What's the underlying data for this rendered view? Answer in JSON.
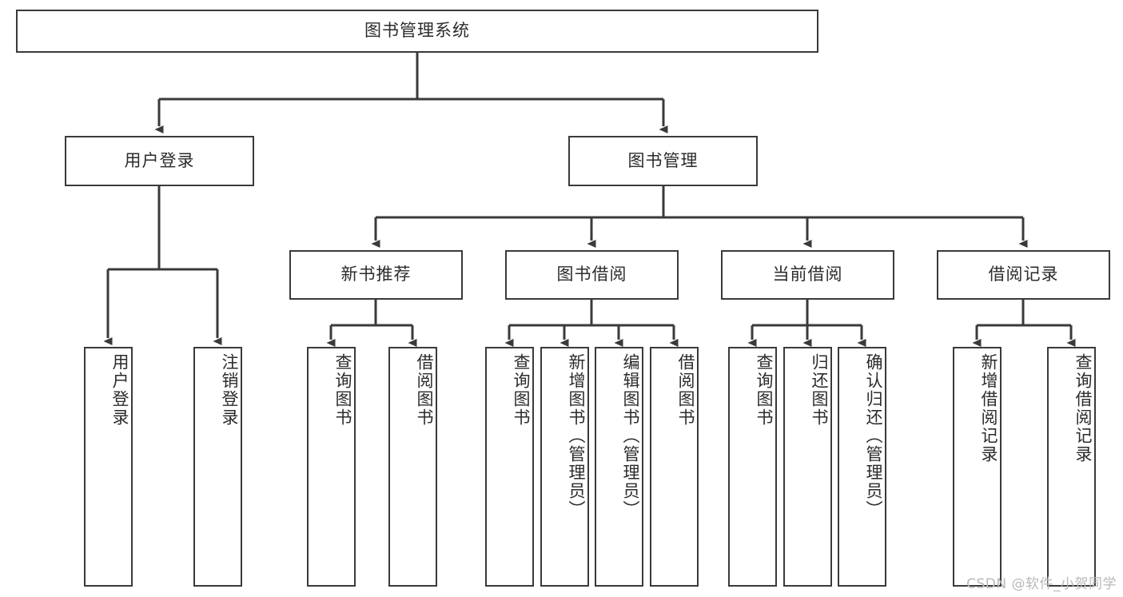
{
  "diagram": {
    "title_node": {
      "label": "图书管理系统"
    },
    "level2": [
      {
        "id": "user-login",
        "label": "用户登录"
      },
      {
        "id": "book-management",
        "label": "图书管理"
      }
    ],
    "level3": [
      {
        "id": "new-book-recommend",
        "label": "新书推荐"
      },
      {
        "id": "book-borrow",
        "label": "图书借阅"
      },
      {
        "id": "current-borrow",
        "label": "当前借阅"
      },
      {
        "id": "borrow-record",
        "label": "借阅记录"
      }
    ],
    "leaves": {
      "user_login": [
        {
          "id": "leaf-user-login",
          "label": "用户登录"
        },
        {
          "id": "leaf-logout-login",
          "label": "注销登录"
        }
      ],
      "new_book_recommend": [
        {
          "id": "leaf-query-book-1",
          "label": "查询图书"
        },
        {
          "id": "leaf-borrow-book-1",
          "label": "借阅图书"
        }
      ],
      "book_borrow": [
        {
          "id": "leaf-query-book-2",
          "label": "查询图书"
        },
        {
          "id": "leaf-add-book",
          "label": "新增图书（管理员）"
        },
        {
          "id": "leaf-edit-book",
          "label": "编辑图书（管理员）"
        },
        {
          "id": "leaf-borrow-book-2",
          "label": "借阅图书"
        }
      ],
      "current_borrow": [
        {
          "id": "leaf-query-book-3",
          "label": "查询图书"
        },
        {
          "id": "leaf-return-book",
          "label": "归还图书"
        },
        {
          "id": "leaf-confirm-return",
          "label": "确认归还（管理员）"
        }
      ],
      "borrow_record": [
        {
          "id": "leaf-add-borrow-record",
          "label": "新增借阅记录"
        },
        {
          "id": "leaf-query-borrow-record",
          "label": "查询借阅记录"
        }
      ]
    },
    "watermark": "CSDN @软件_小贺同学",
    "colors": {
      "stroke": "#3a3a3a",
      "background": "#ffffff",
      "text": "#2b2b2b",
      "watermark": "#b9b9b9"
    }
  }
}
